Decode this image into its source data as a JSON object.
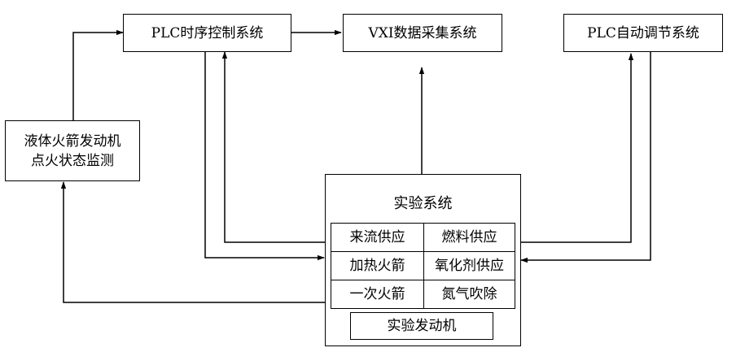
{
  "nodes": {
    "plc_timing": "PLC时序控制系统",
    "vxi": "VXI数据采集系统",
    "plc_auto": "PLC自动调节系统",
    "ignition_monitor_line1": "液体火箭发动机",
    "ignition_monitor_line2": "点火状态监测",
    "test_system": "实验系统",
    "cells": [
      "来流供应",
      "燃料供应",
      "加热火箭",
      "氧化剂供应",
      "一次火箭",
      "氮气吹除"
    ],
    "test_engine": "实验发动机"
  }
}
